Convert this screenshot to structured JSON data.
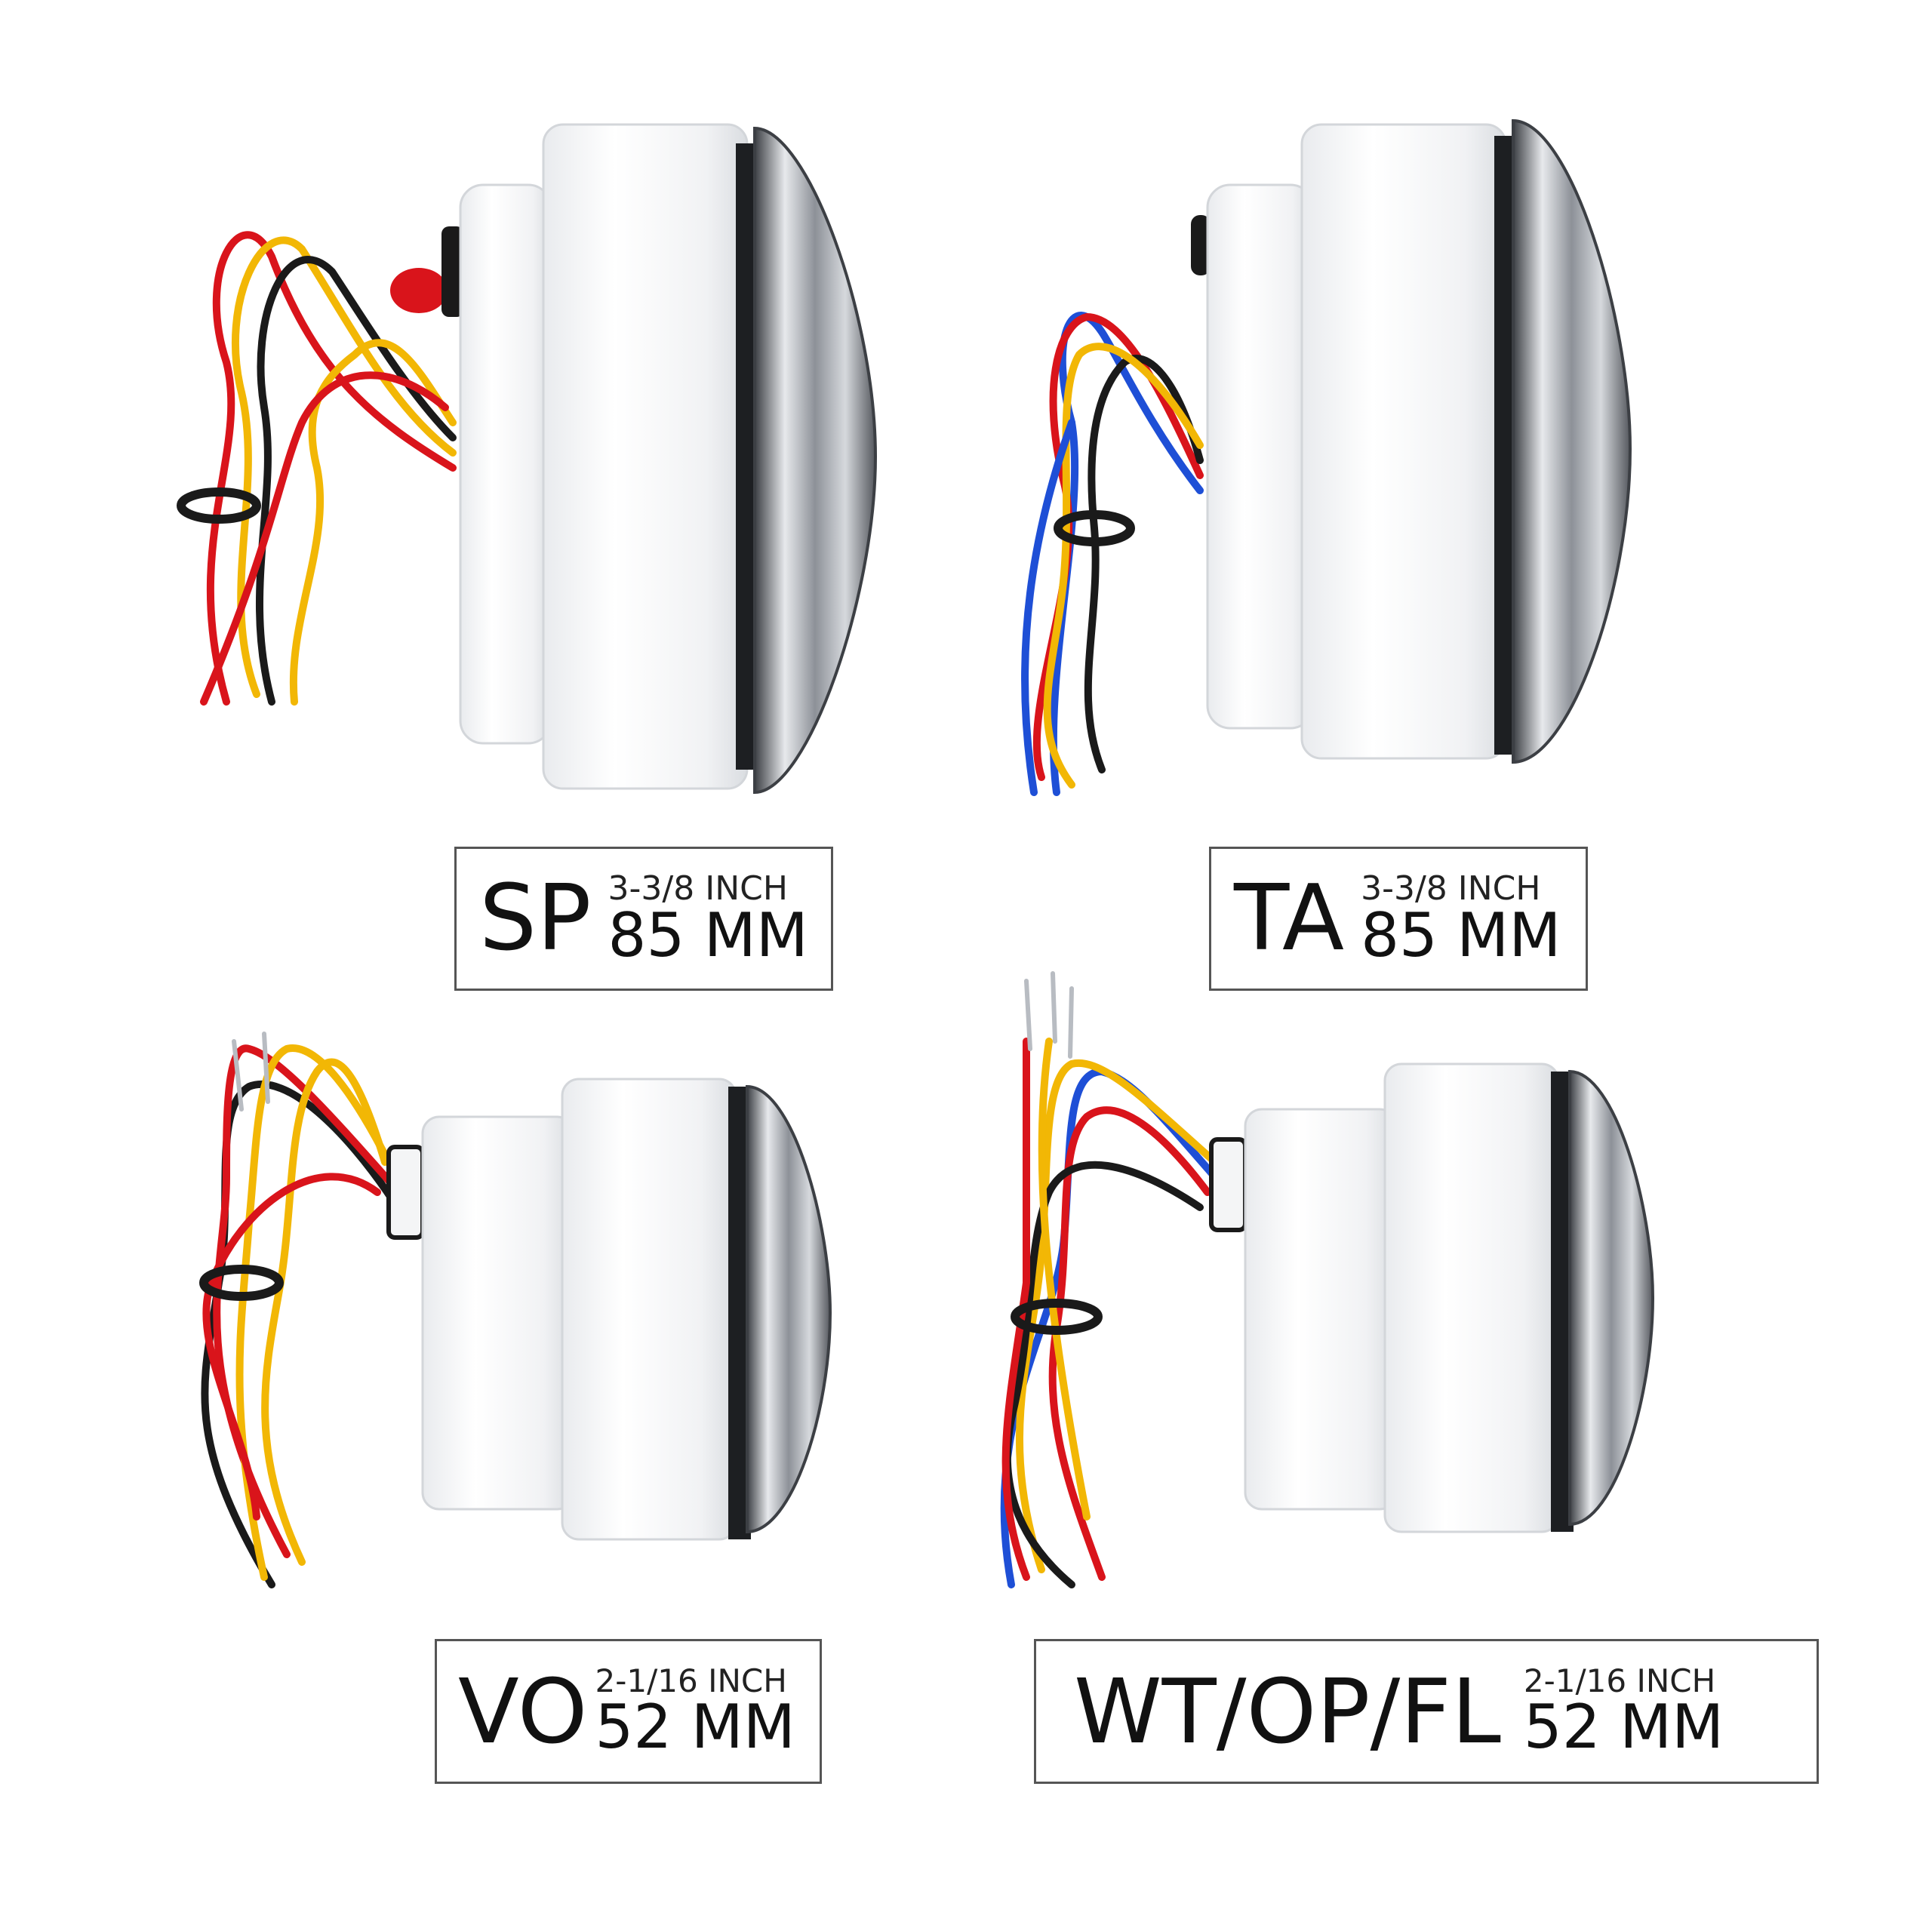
{
  "labels": {
    "sp": {
      "code": "SP",
      "inch": "3-3/8 INCH",
      "mm": "85 MM"
    },
    "ta": {
      "code": "TA",
      "inch": "3-3/8 INCH",
      "mm": "85 MM"
    },
    "vo": {
      "code": "VO",
      "inch": "2-1/16 INCH",
      "mm": "52 MM"
    },
    "wt": {
      "code": "WT/OP/FL",
      "inch": "2-1/16 INCH",
      "mm": "52 MM"
    }
  },
  "colors": {
    "housing": "#f4f5f6",
    "housing_shade": "#dcdee2",
    "bezel": "#b8bcc2",
    "bezel_dark": "#4a4d52",
    "wire_red": "#d9141b",
    "wire_yellow": "#f2b705",
    "wire_black": "#1a1a1a",
    "wire_blue": "#1e4fd6",
    "label_border": "#555555"
  },
  "icons": [
    "marine-gauge-large-sp",
    "marine-gauge-large-ta",
    "marine-gauge-small-vo",
    "marine-gauge-small-wt"
  ]
}
